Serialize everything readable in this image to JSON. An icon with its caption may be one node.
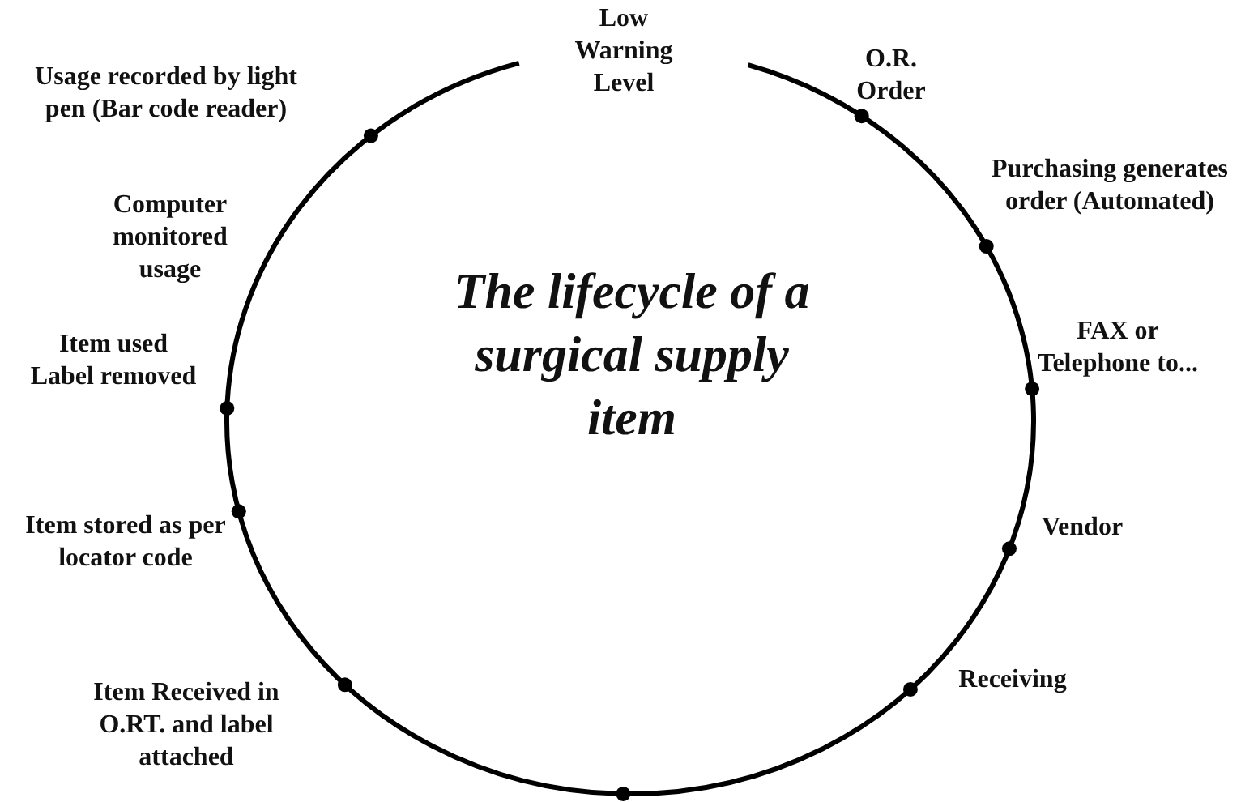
{
  "diagram": {
    "title": "The lifecycle of a surgical supply item",
    "labels": [
      "Low Warning Level",
      "O.R. Order",
      "Purchasing generates order (Automated)",
      "FAX or Telephone to...",
      "Vendor",
      "Receiving",
      "Item Received in O.RT. and label attached",
      "Item stored as per locator code",
      "Item used Label removed",
      "Usage recorded by light pen (Bar code reader)",
      "Computer monitored usage"
    ]
  }
}
